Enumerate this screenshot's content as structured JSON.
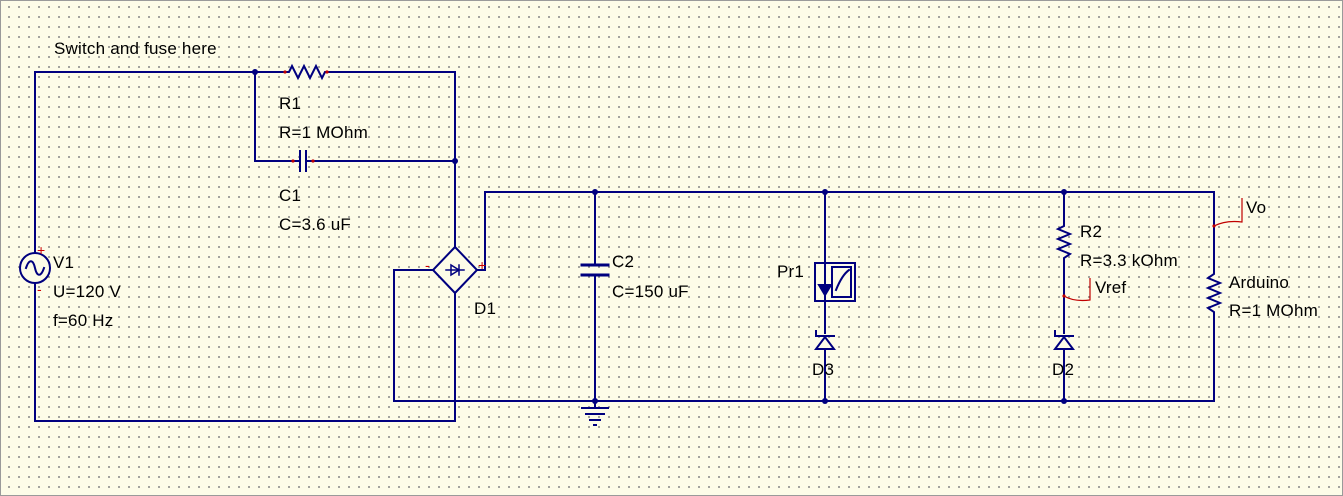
{
  "note": "Switch and fuse here",
  "components": {
    "r1": {
      "name": "R1",
      "value": "R=1 MOhm"
    },
    "c1": {
      "name": "C1",
      "value": "C=3.6 uF"
    },
    "v1": {
      "name": "V1",
      "value": "U=120 V",
      "freq": "f=60 Hz"
    },
    "d1": {
      "name": "D1"
    },
    "c2": {
      "name": "C2",
      "value": "C=150 uF"
    },
    "pr1": {
      "name": "Pr1"
    },
    "d3": {
      "name": "D3"
    },
    "r2": {
      "name": "R2",
      "value": "R=3.3 kOhm"
    },
    "d2": {
      "name": "D2"
    },
    "arduino": {
      "name": "Arduino",
      "value": "R=1 MOhm"
    }
  },
  "nodes": {
    "vo": "Vo",
    "vref": "Vref"
  },
  "polarity": {
    "plus": "+",
    "minus": "-"
  },
  "colors": {
    "wire": "#00007f",
    "background": "#fdfce8",
    "marker": "#cc0000"
  }
}
